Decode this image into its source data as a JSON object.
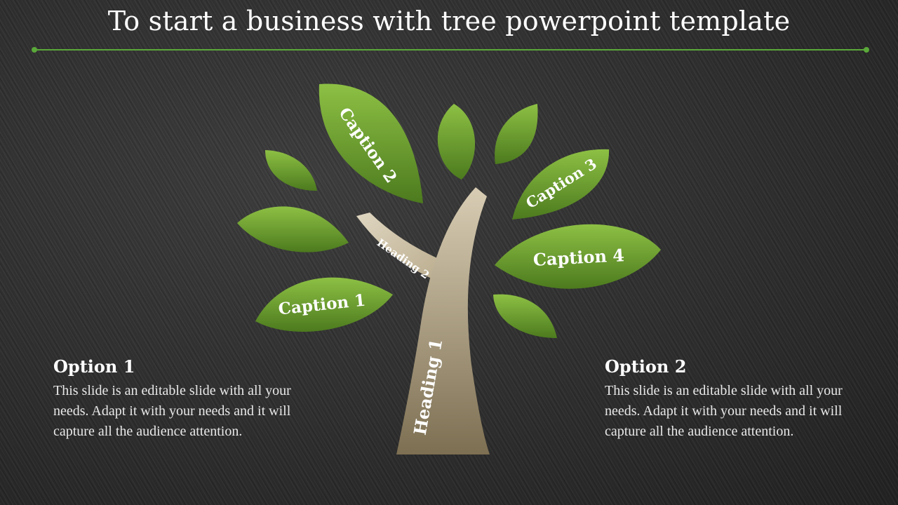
{
  "slide": {
    "title": "To start a business with tree powerpoint template",
    "colors": {
      "accent": "#5aa83a",
      "leaf_light": "#8dc044",
      "leaf_dark": "#4c7a1e",
      "trunk_light": "#d8cdb4",
      "trunk_dark": "#7d6f52"
    }
  },
  "tree": {
    "trunk_label": "Heading 1",
    "branch_label": "Heading 2",
    "captions": [
      "Caption 1",
      "Caption 2",
      "Caption 3",
      "Caption 4"
    ]
  },
  "options": [
    {
      "heading": "Option 1",
      "text": "This slide is an editable slide with all your needs. Adapt it with your needs and it will capture all the audience attention."
    },
    {
      "heading": "Option 2",
      "text": "This slide is an editable slide with all your needs. Adapt it with your needs and it will capture all the audience attention."
    }
  ]
}
